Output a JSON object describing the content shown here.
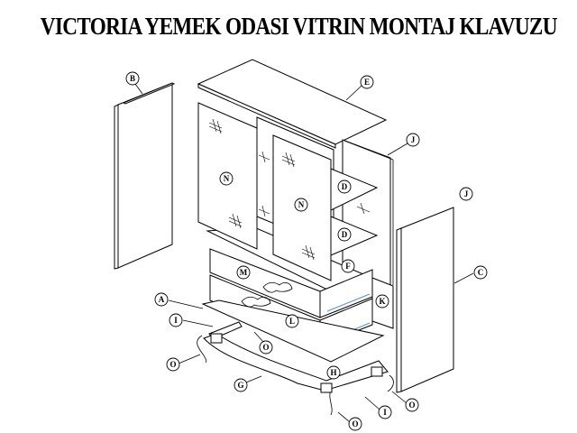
{
  "title": "VICTORIA YEMEK ODASI VITRIN MONTAJ KLAVUZU",
  "parts": {
    "A": "A",
    "B": "B",
    "C": "C",
    "D": "D",
    "E": "E",
    "F": "F",
    "G": "G",
    "H": "H",
    "I": "I",
    "J": "J",
    "K": "K",
    "L": "L",
    "M": "M",
    "N": "N",
    "O": "O"
  }
}
